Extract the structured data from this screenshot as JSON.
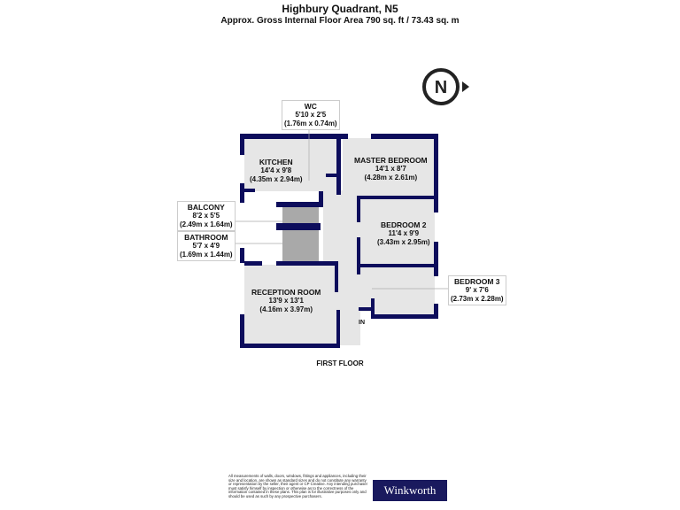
{
  "header": {
    "title": "Highbury Quadrant, N5",
    "subtitle": "Approx. Gross Internal Floor Area 790 sq. ft / 73.43 sq. m"
  },
  "compass": {
    "label": "N"
  },
  "rooms": {
    "wc": {
      "name": "WC",
      "imperial": "5'10 x 2'5",
      "metric": "(1.76m x 0.74m)"
    },
    "kitchen": {
      "name": "KITCHEN",
      "imperial": "14'4 x 9'8",
      "metric": "(4.35m x 2.94m)"
    },
    "master": {
      "name": "MASTER BEDROOM",
      "imperial": "14'1 x 8'7",
      "metric": "(4.28m x 2.61m)"
    },
    "balcony": {
      "name": "BALCONY",
      "imperial": "8'2 x 5'5",
      "metric": "(2.49m x 1.64m)"
    },
    "bathroom": {
      "name": "BATHROOM",
      "imperial": "5'7 x 4'9",
      "metric": "(1.69m x 1.44m)"
    },
    "bedroom2": {
      "name": "BEDROOM 2",
      "imperial": "11'4 x 9'9",
      "metric": "(3.43m x 2.95m)"
    },
    "bedroom3": {
      "name": "BEDROOM 3",
      "imperial": "9' x 7'6",
      "metric": "(2.73m x 2.28m)"
    },
    "reception": {
      "name": "RECEPTION ROOM",
      "imperial": "13'9 x 13'1",
      "metric": "(4.16m x 3.97m)"
    }
  },
  "entry_label": "IN",
  "floor_label": "FIRST FLOOR",
  "footer": {
    "disclaimer": "All measurements of walls, doors, windows, fittings and appliances, including their size and location, are shown as standard sizes and do not constitute any warranty or representation by the seller, their agent or CP Creative. Any intending purchaser must satisfy himself by inspection or otherwise as to the correctness of the information contained in these plans. This plan is for illustrative purposes only and should be used as such by any prospective purchasers.",
    "brand": "Winkworth"
  },
  "colors": {
    "wall": "#0d0d5c",
    "floor": "#e6e6e6",
    "bath": "#a9a9a9",
    "brand_bg": "#1a1a5e"
  }
}
